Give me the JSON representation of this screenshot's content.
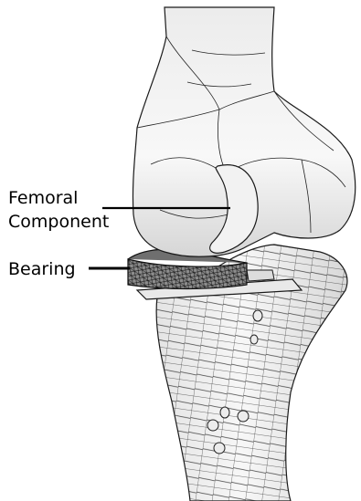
{
  "labels": {
    "femoral_component_line1": "Femoral",
    "femoral_component_line2": "Component",
    "bearing": "Bearing"
  },
  "colors": {
    "bone_fill": "#f0f0f0",
    "bone_shadow": "#d9d9d9",
    "mesh_stroke": "#1a1a1a",
    "leader_line": "#000000",
    "bearing_fill": "#8a8a8a",
    "tray_fill": "#e6e6e6"
  }
}
